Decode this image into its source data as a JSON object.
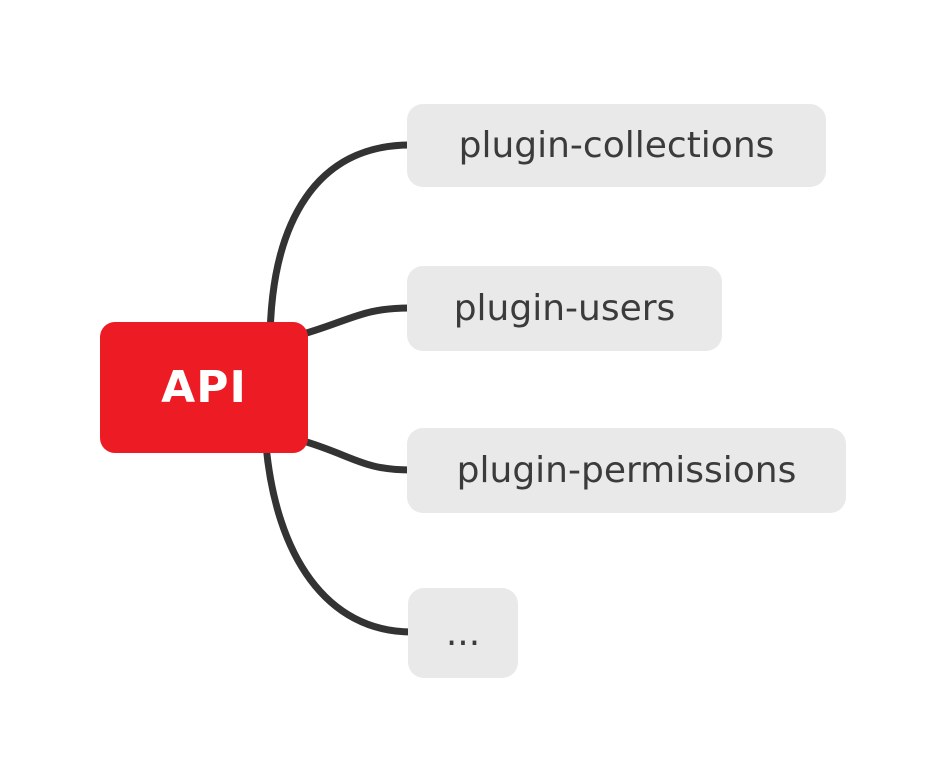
{
  "diagram": {
    "type": "mindmap",
    "root": {
      "label": "API"
    },
    "children": [
      {
        "label": "plugin-collections"
      },
      {
        "label": "plugin-users"
      },
      {
        "label": "plugin-permissions"
      },
      {
        "label": "..."
      }
    ],
    "colors": {
      "background": "#ffffff",
      "root_bg": "#ed1c24",
      "root_text": "#ffffff",
      "child_bg": "#e9e9e9",
      "child_text": "#3b3b3b",
      "connector": "#333333"
    }
  }
}
